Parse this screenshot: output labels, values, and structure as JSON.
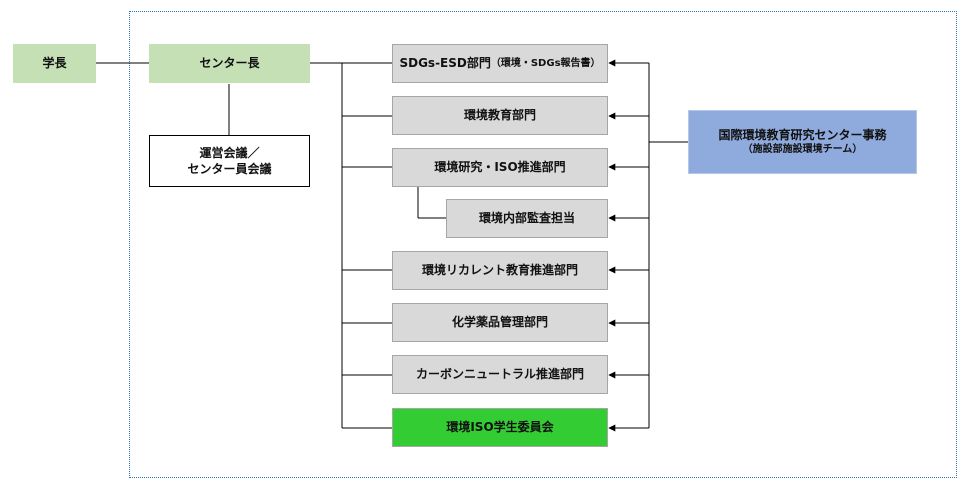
{
  "nodes": {
    "president": "学長",
    "director": "センター長",
    "meetings_line1": "運営会議／",
    "meetings_line2": "センター員会議",
    "sdgs_main": "SDGs-ESD部門",
    "sdgs_sub": "（環境・SDGs報告書）",
    "env_education": "環境教育部門",
    "env_research_iso": "環境研究・ISO推進部門",
    "internal_audit": "環境内部監査担当",
    "recurrent": "環境リカレント教育推進部門",
    "chemicals": "化学薬品管理部門",
    "carbon_neutral": "カーボンニュートラル推進部門",
    "student_committee": "環境ISO学生委員会",
    "office_line1": "国際環境教育研究センター事務",
    "office_line2": "（施設部施設環境チーム）"
  },
  "colors": {
    "president_fill": "#c5e0b4",
    "director_fill": "#c5e0b4",
    "division_fill": "#d9d9d9",
    "student_committee_fill": "#33cc33",
    "office_fill": "#8faadc",
    "frame_border": "#2e75b6",
    "connector": "#000000"
  }
}
